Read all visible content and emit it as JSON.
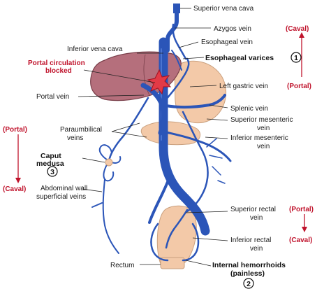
{
  "labels": {
    "superior_vena_cava": "Superior vena cava",
    "azygos_vein": "Azygos vein",
    "caval_top": "(Caval)",
    "inferior_vena_cava": "Inferior vena cava",
    "esophageal_vein": "Esophageal vein",
    "esophageal_varices": "Esophageal varices",
    "esophageal_varices_num": "1",
    "portal_blocked_1": "Portal circulation",
    "portal_blocked_2": "blocked",
    "left_gastric_vein": "Left gastric vein",
    "portal_right": "(Portal)",
    "portal_vein": "Portal vein",
    "splenic_vein": "Splenic vein",
    "superior_mesenteric_1": "Superior mesenteric",
    "superior_mesenteric_2": "vein",
    "portal_left": "(Portal)",
    "paraumbilical_1": "Paraumbilical",
    "paraumbilical_2": "veins",
    "inferior_mesenteric_1": "Inferior mesenteric",
    "inferior_mesenteric_2": "vein",
    "caput_1": "Caput",
    "caput_2": "medusa",
    "caput_num": "3",
    "caval_left": "(Caval)",
    "abdominal_1": "Abdominal wall",
    "abdominal_2": "superficial veins",
    "superior_rectal_1": "Superior rectal",
    "superior_rectal_2": "vein",
    "portal_bottom": "(Portal)",
    "inferior_rectal_1": "Inferior rectal",
    "inferior_rectal_2": "vein",
    "caval_bottom": "(Caval)",
    "rectum": "Rectum",
    "hemorrhoids_1": "Internal hemorrhoids",
    "hemorrhoids_2": "(painless)",
    "hemorrhoids_num": "2"
  },
  "colors": {
    "vein_blue": "#2b55b8",
    "vein_dark": "#1e3f95",
    "liver": "#b56f7c",
    "organ_peach": "#f3c9a8",
    "accent_red": "#c0132c"
  }
}
